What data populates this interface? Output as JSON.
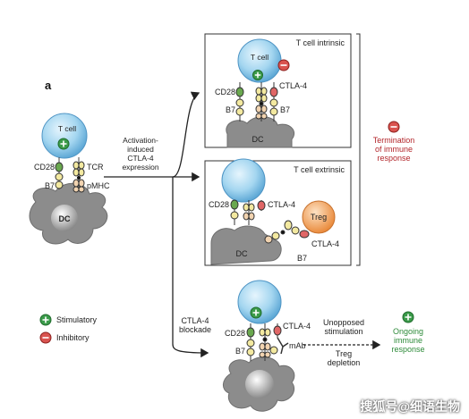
{
  "panel_letter": "a",
  "left_cell": {
    "tcell": "T cell",
    "cd28": "CD28",
    "tcr": "TCR",
    "b7": "B7",
    "pmhc": "pMHC",
    "dc": "DC"
  },
  "activation_label": [
    "Activation-",
    "induced",
    "CTLA-4",
    "expression"
  ],
  "intrinsic_panel": {
    "title": "T cell intrinsic",
    "tcell": "T cell",
    "cd28": "CD28",
    "ctla4": "CTLA-4",
    "b7_left": "B7",
    "b7_right": "B7",
    "dc": "DC"
  },
  "extrinsic_panel": {
    "title": "T cell extrinsic",
    "cd28": "CD28",
    "ctla4": "CTLA-4",
    "treg": "Treg",
    "ctla4_treg": "CTLA-4",
    "b7": "B7",
    "dc": "DC"
  },
  "termination_label": [
    "Termination",
    "of immune",
    "response"
  ],
  "blockade": {
    "label": [
      "CTLA-4",
      "blockade"
    ],
    "cd28": "CD28",
    "b7": "B7",
    "ctla4": "CTLA-4",
    "mab": "mAb"
  },
  "unopposed_label": [
    "Unopposed",
    "stimulation"
  ],
  "treg_depletion_label": [
    "Treg",
    "depletion"
  ],
  "ongoing_label": [
    "Ongoing",
    "immune",
    "response"
  ],
  "legend": {
    "stimulatory": "Stimulatory",
    "inhibitory": "Inhibitory"
  },
  "watermark": "搜狐号@细语生物",
  "colors": {
    "tcell": "#9fd3ee",
    "dc": "#8c8c8c",
    "treg": "#f3a35c",
    "cd28": "#6aa84f",
    "ctla4": "#e06666",
    "b7": "#f3e9a0",
    "green_sign": "#2e8b3a",
    "red_sign": "#b3262b"
  }
}
